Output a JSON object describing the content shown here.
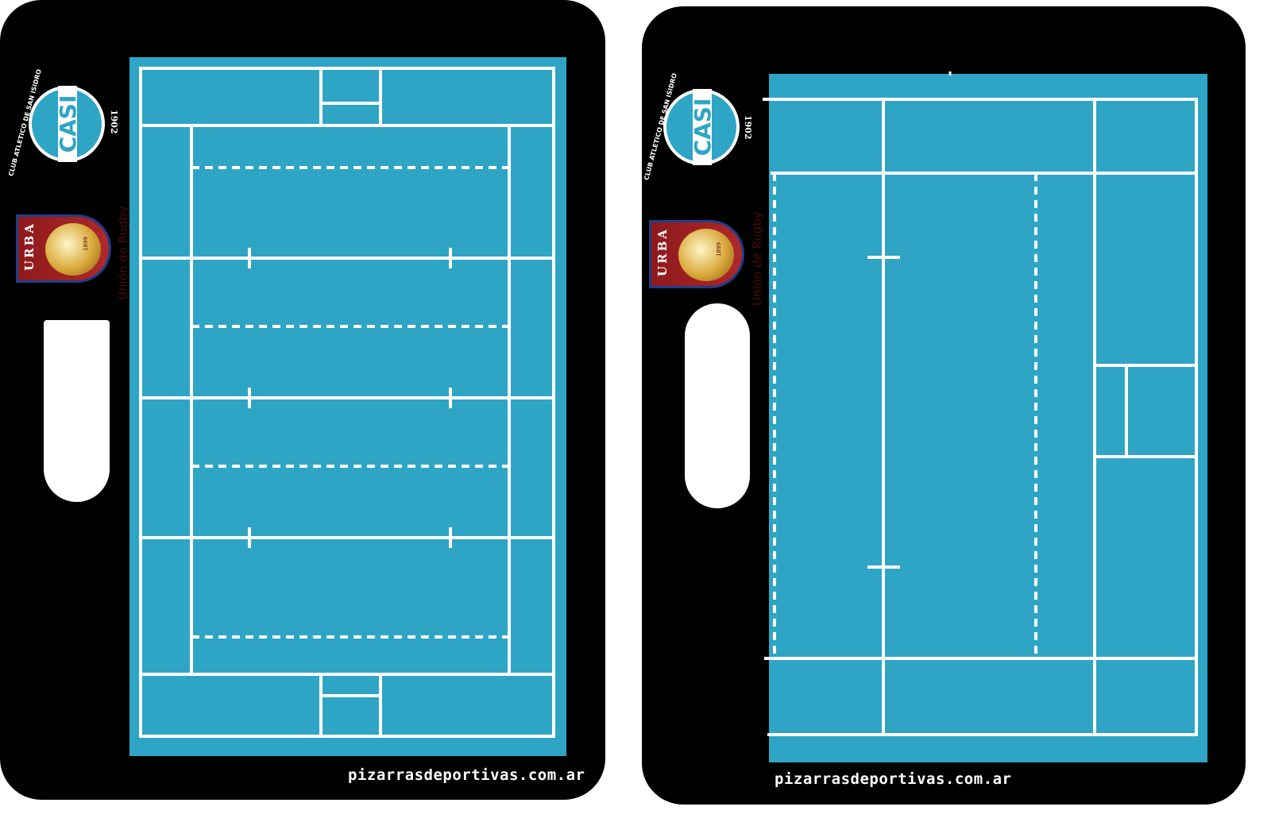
{
  "boards": [
    {
      "orientation": "vertical",
      "logos": {
        "casi_initials": "CASI",
        "casi_ring_text": "CLUB ATLETICO DE SAN ISIDRO",
        "casi_year": "1902",
        "urba_initials": "URBA",
        "urba_year": "1899",
        "urba_caption": "Unión de Rugby"
      },
      "website": "pizarrasdeportivas.com.ar"
    },
    {
      "orientation": "horizontal",
      "logos": {
        "casi_initials": "CASI",
        "casi_ring_text": "CLUB ATLETICO DE SAN ISIDRO",
        "casi_year": "1902",
        "urba_initials": "URBA",
        "urba_year": "1899",
        "urba_caption": "Unión de Rugby"
      },
      "website": "pizarrasdeportivas.com.ar"
    }
  ],
  "colors": {
    "board": "#000000",
    "field": "#2ea5c5",
    "lines": "#ffffff",
    "urba_red": "#9e2224"
  }
}
